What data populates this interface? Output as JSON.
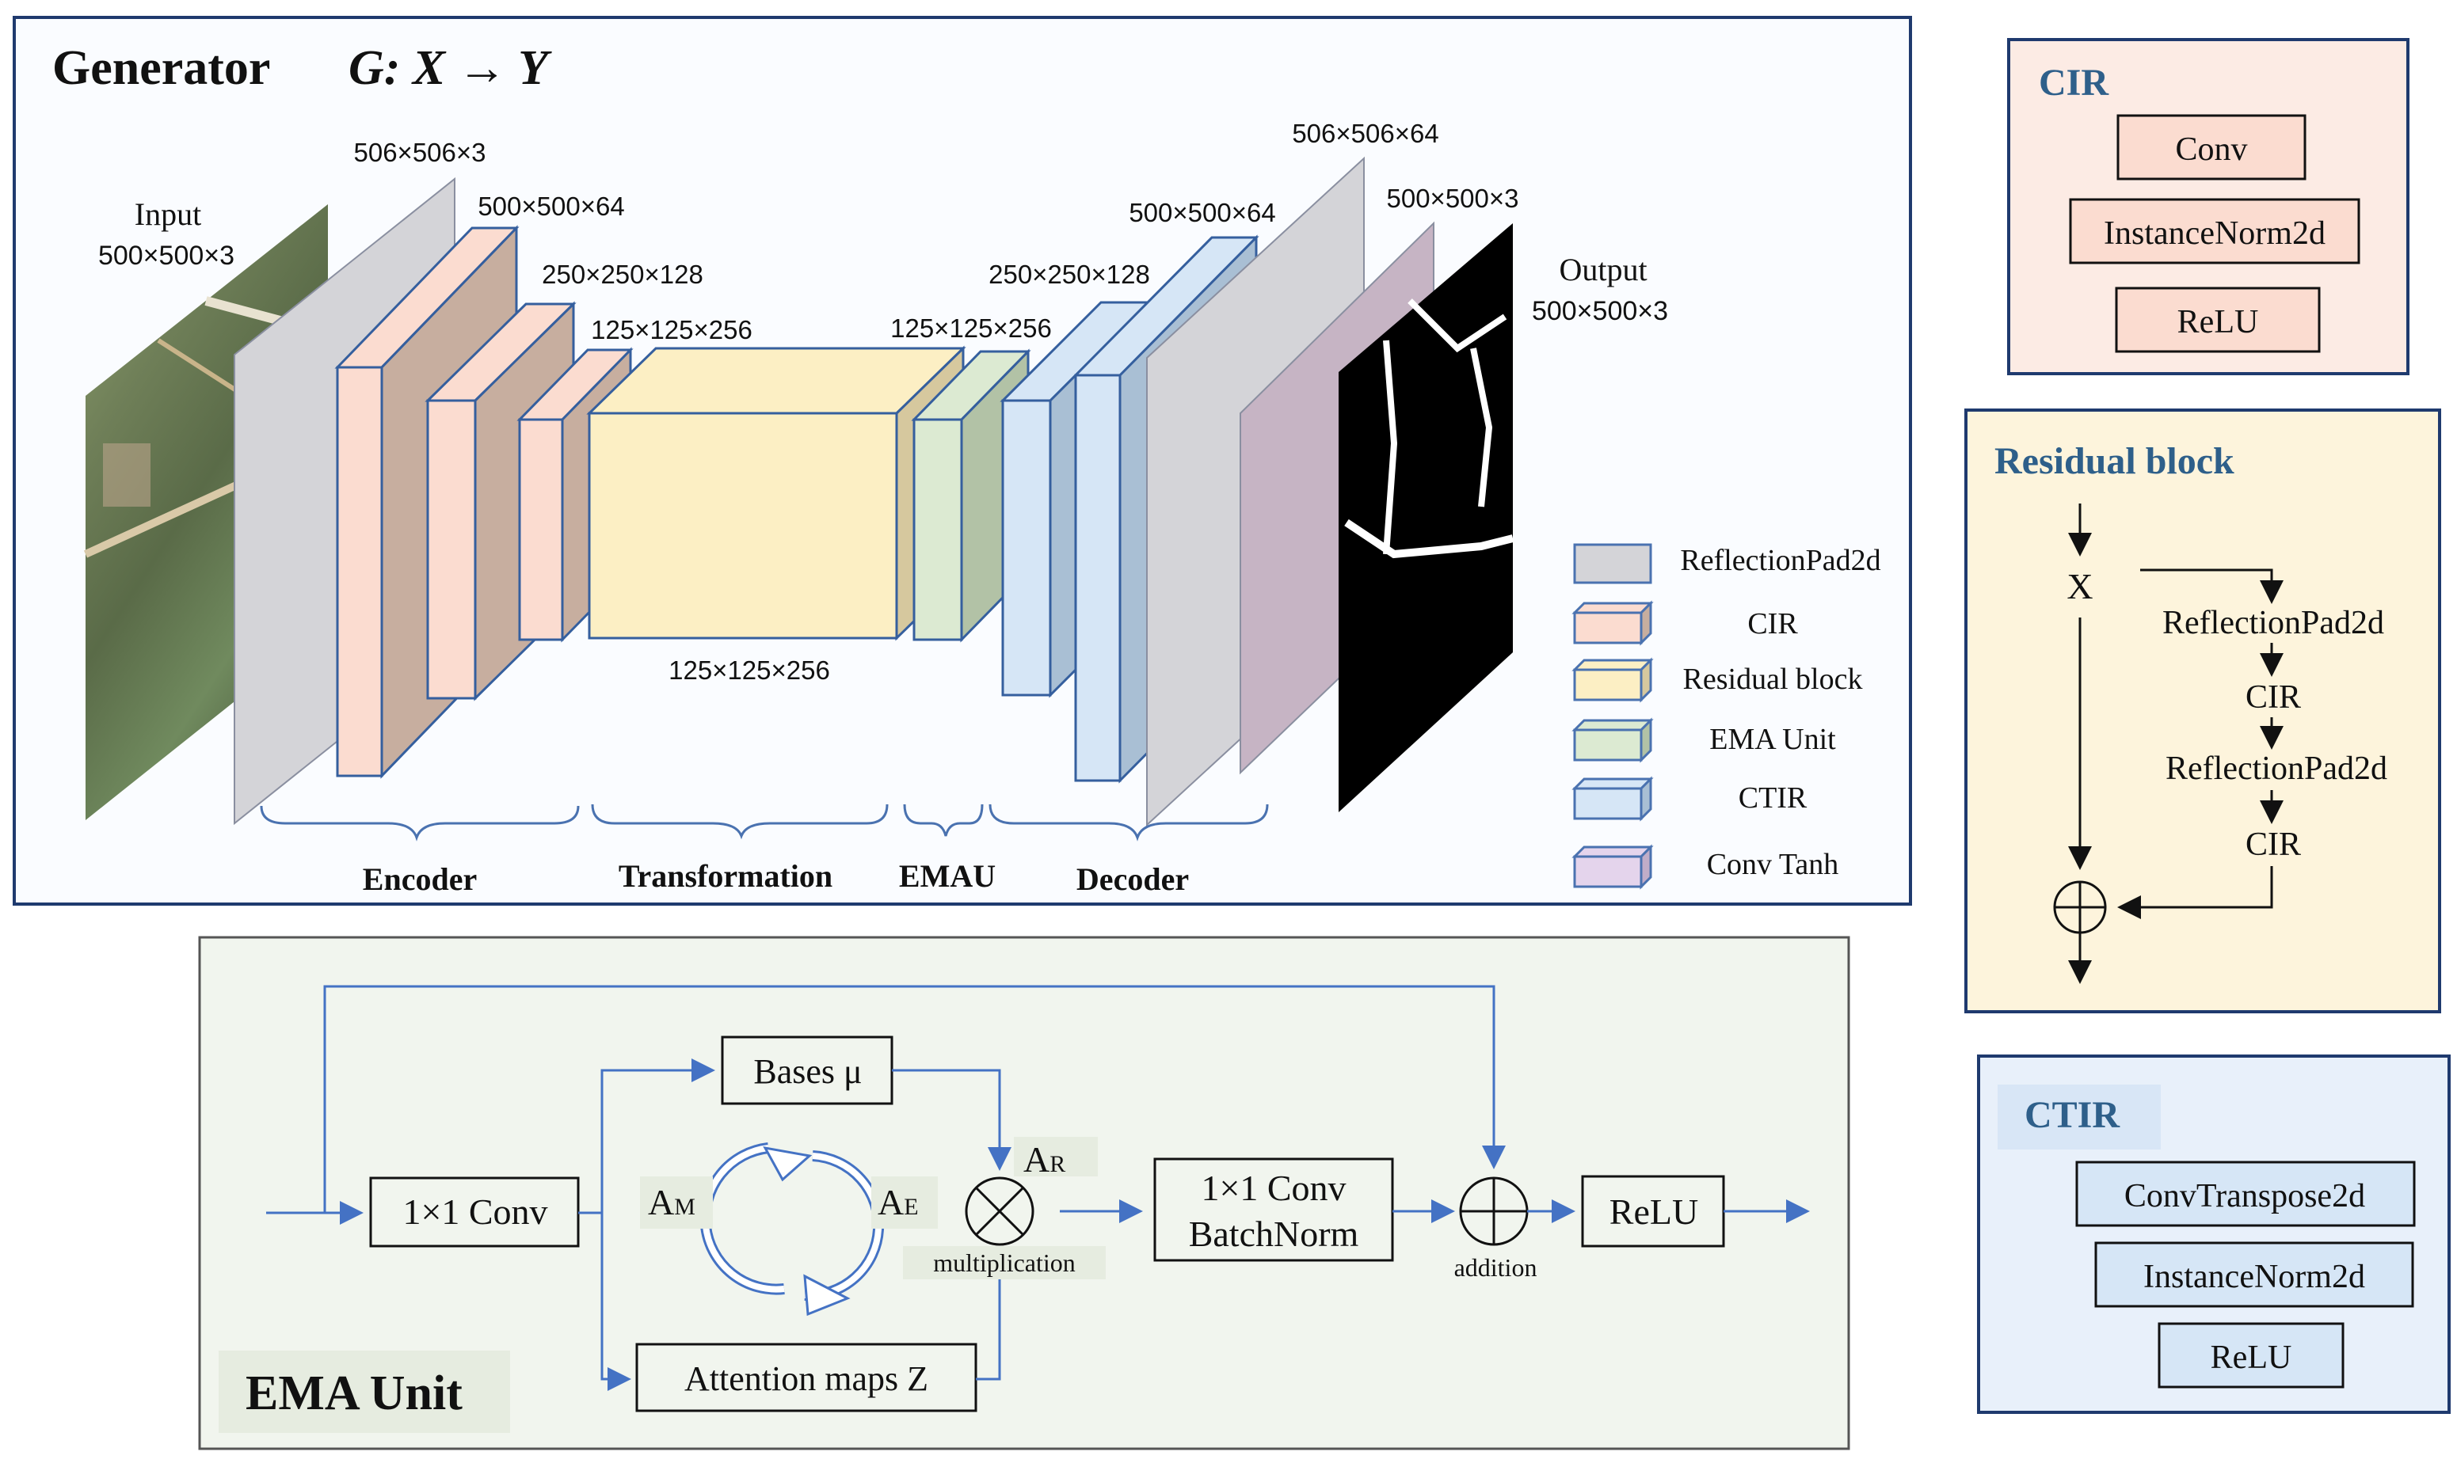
{
  "generator": {
    "title": "Generator",
    "mapping": "G: X → Y",
    "input_label": "Input",
    "input_size": "500×500×3",
    "output_label": "Output",
    "output_size": "500×500×3",
    "dims": {
      "pad1": "506×506×3",
      "cir1": "500×500×64",
      "cir2": "250×250×128",
      "cir3": "125×125×256",
      "res_bottom": "125×125×256",
      "ema": "125×125×256",
      "ctir1": "250×250×128",
      "ctir2": "500×500×64",
      "pad2": "506×506×64",
      "conv_tanh": "500×500×3"
    },
    "groups": [
      "Encoder",
      "Transformation",
      "EMAU",
      "Decoder"
    ],
    "legend": [
      {
        "label": "ReflectionPad2d",
        "color": "#d4d4d8"
      },
      {
        "label": "CIR",
        "color": "#fbdcd0"
      },
      {
        "label": "Residual block",
        "color": "#fcefc4"
      },
      {
        "label": "EMA Unit",
        "color": "#dcead2"
      },
      {
        "label": "CTIR",
        "color": "#d6e6f6"
      },
      {
        "label": "Conv Tanh",
        "color": "#e4d4ec"
      }
    ]
  },
  "cir_panel": {
    "title": "CIR",
    "items": [
      "Conv",
      "InstanceNorm2d",
      "ReLU"
    ]
  },
  "residual_panel": {
    "title": "Residual block",
    "x": "X",
    "steps": [
      "ReflectionPad2d",
      "CIR",
      "ReflectionPad2d",
      "CIR"
    ]
  },
  "ctir_panel": {
    "title": "CTIR",
    "items": [
      "ConvTranspose2d",
      "InstanceNorm2d",
      "ReLU"
    ]
  },
  "ema": {
    "title": "EMA Unit",
    "conv1": "1×1 Conv",
    "bases": "Bases μ",
    "attention": "Attention maps Z",
    "am": "A",
    "am_sub": "M",
    "ae": "A",
    "ae_sub": "E",
    "ar": "A",
    "ar_sub": "R",
    "multiplication": "multiplication",
    "conv2_line1": "1×1 Conv",
    "conv2_line2": "BatchNorm",
    "addition": "addition",
    "relu": "ReLU"
  }
}
